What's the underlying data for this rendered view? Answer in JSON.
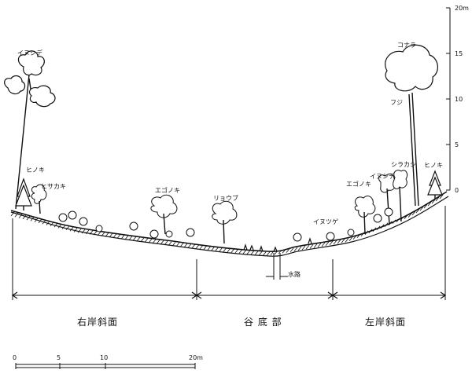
{
  "height_scale": {
    "ticks": [
      "0",
      "5",
      "10",
      "15",
      "20m"
    ]
  },
  "distance_scale": {
    "ticks": [
      "0",
      "5",
      "10",
      "20m"
    ]
  },
  "plants": {
    "inushide_left": "イヌシデ",
    "hinoki_left": "ヒノキ",
    "hisakaki": "ヒサカキ",
    "egonoki_center": "エゴノキ",
    "ryoubu": "リョウブ",
    "inutsuge": "イヌツゲ",
    "egonoki_right": "エゴノキ",
    "inushide_right": "イヌシデ",
    "shirakashi": "シラカシ",
    "hinoki_right": "ヒノキ",
    "konara": "コナラ",
    "fuji": "フジ"
  },
  "stream_label": "水路",
  "zones": {
    "right_slope": "右岸斜面",
    "valley_floor": "谷 底 部",
    "left_slope": "左岸斜面"
  }
}
